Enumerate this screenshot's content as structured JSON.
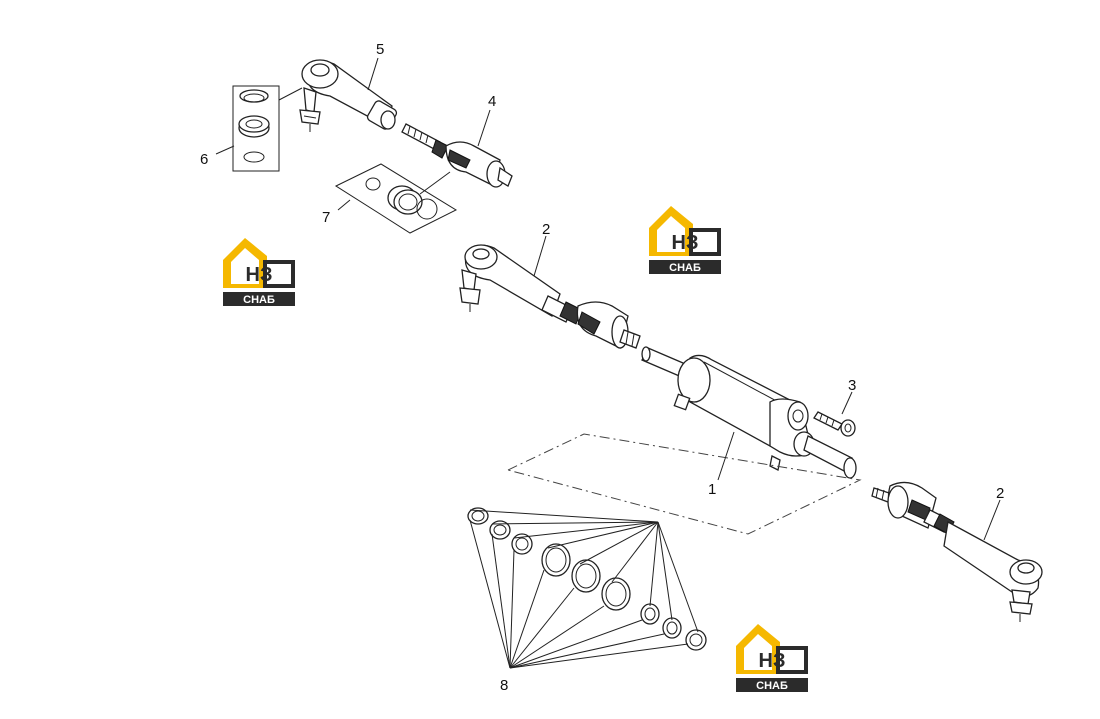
{
  "diagram": {
    "callouts": {
      "c1": "1",
      "c2a": "2",
      "c2b": "2",
      "c3": "3",
      "c4": "4",
      "c5": "5",
      "c6": "6",
      "c7": "7",
      "c8": "8"
    },
    "logo": {
      "top_text": "НЗ",
      "bottom_text": "СНАБ",
      "accent_color": "#F5B800",
      "dark_color": "#2B2B2B"
    }
  }
}
